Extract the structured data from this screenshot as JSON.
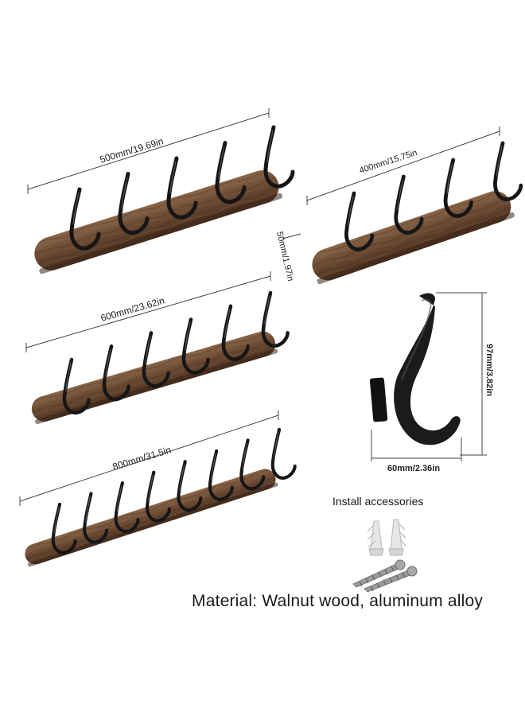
{
  "colors": {
    "wood_dark": "#4e3322",
    "wood_mid": "#6b4a33",
    "wood_light": "#8a6648",
    "hook": "#161616",
    "dimension_line": "#444444",
    "background": "#ffffff"
  },
  "racks": [
    {
      "name": "rack-500mm",
      "dimension": "500mm/19.69in",
      "hook_count": 5
    },
    {
      "name": "rack-400mm",
      "dimension": "400mm/15.75in",
      "hook_count": 4
    },
    {
      "name": "rack-600mm",
      "dimension": "600mm/23.62in",
      "hook_count": 6
    },
    {
      "name": "rack-800mm",
      "dimension": "800mm/31.5in",
      "hook_count": 8
    }
  ],
  "rack_height": "50mm/1.97in",
  "hook_detail": {
    "height": "97mm/3.82in",
    "width": "60mm/2.36in"
  },
  "accessories": {
    "label": "Install accessories"
  },
  "material": "Material: Walnut wood, aluminum alloy"
}
